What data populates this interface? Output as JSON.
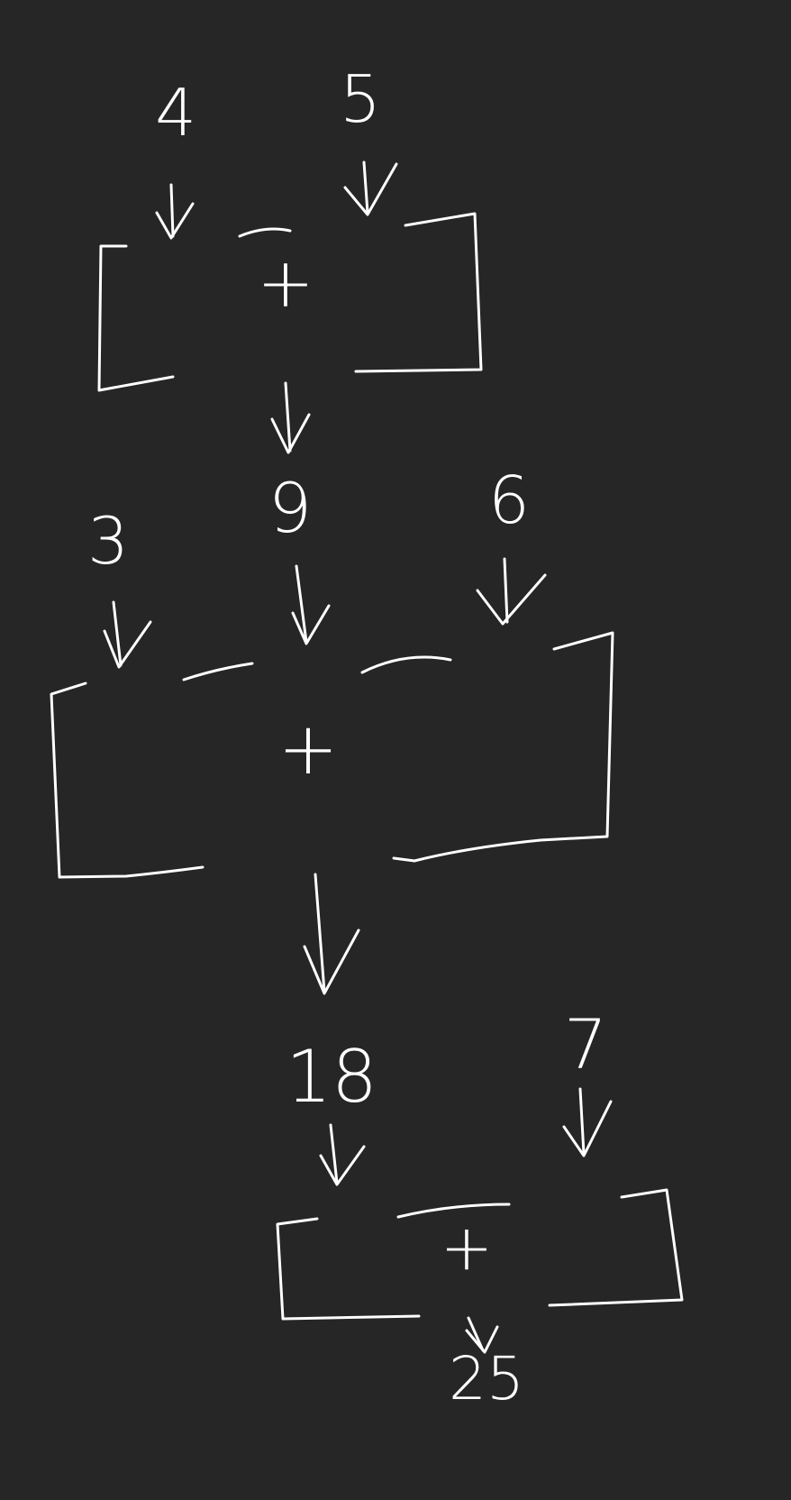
{
  "colors": {
    "background": "#262626",
    "ink": "#ffffff"
  },
  "diagram": {
    "inputs": {
      "a": "4",
      "b": "5",
      "c": "3",
      "d": "6",
      "e": "7"
    },
    "operators": {
      "op1": "+",
      "op2": "+",
      "op3": "+"
    },
    "results": {
      "r1": "9",
      "r2": "18",
      "r3": "25"
    }
  }
}
